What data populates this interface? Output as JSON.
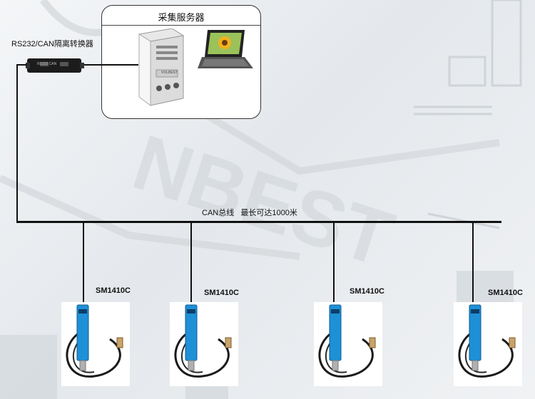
{
  "diagram": {
    "server_box_title": "采集服务器",
    "converter_label": "RS232/CAN隔离转换器",
    "bus_label": "CAN总线   最长可达1000米",
    "sensors": [
      {
        "label": "SM1410C"
      },
      {
        "label": "SM1410C"
      },
      {
        "label": "SM1410C"
      },
      {
        "label": "SM1410C"
      }
    ],
    "converter_device_text": "RS232 CAN",
    "pc_tower_brand": "VOLBEST",
    "colors": {
      "bus_line": "#111111",
      "sensor_body": "#1e90d6",
      "sensor_cable": "#1a1a1a",
      "watermark": "#c9ced3"
    }
  }
}
